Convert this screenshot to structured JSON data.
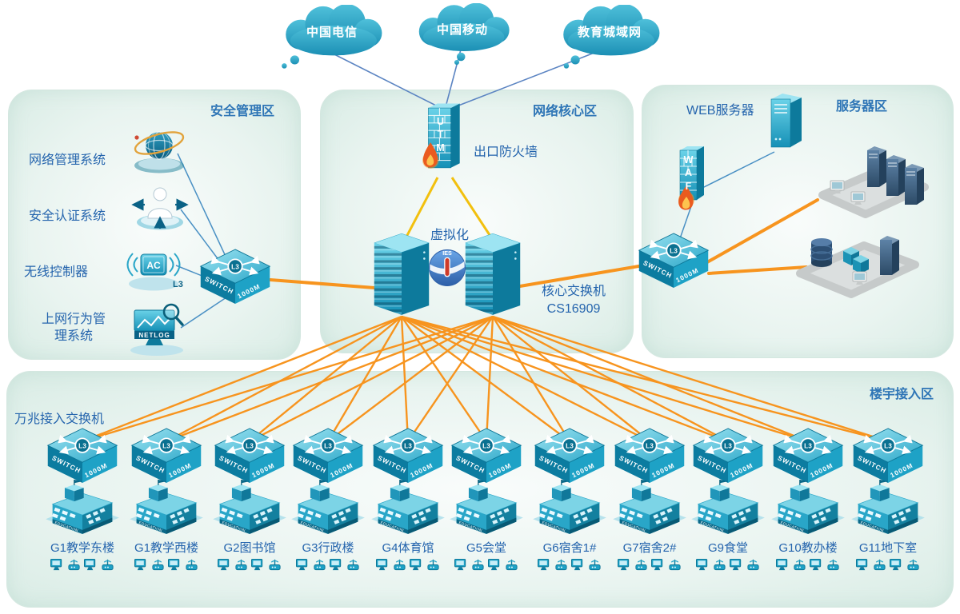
{
  "clouds": [
    {
      "label": "中国电信"
    },
    {
      "label": "中国移动"
    },
    {
      "label": "教育城域网"
    }
  ],
  "switch_labels": {
    "l3": "L3",
    "switch": "SWITCH",
    "speed": "1000M"
  },
  "building_text": "EDUCATION",
  "zones": {
    "security": {
      "title": "安全管理区",
      "items": [
        {
          "label": "网络管理系统"
        },
        {
          "label": "安全认证系统"
        },
        {
          "label": "无线控制器"
        },
        {
          "label": "上网行为管理系统"
        }
      ],
      "wireless_ac_label": "AC",
      "wireless_l3_label": "L3",
      "netlog_label": "NETLOG"
    },
    "core": {
      "title": "网络核心区",
      "firewall_label": "UTM",
      "firewall_caption": "出口防火墙",
      "virtualization_label": "虚拟化",
      "irf_label": "IES",
      "core_switch_name": "核心交换机",
      "core_switch_model": "CS16909"
    },
    "server": {
      "title": "服务器区",
      "web_server_label": "WEB服务器",
      "waf_label": "WAF"
    },
    "access": {
      "title": "楼宇接入区",
      "subtitle": "万兆接入交换机",
      "items": [
        {
          "label": "G1教学东楼"
        },
        {
          "label": "G1教学西楼"
        },
        {
          "label": "G2图书馆"
        },
        {
          "label": "G3行政楼"
        },
        {
          "label": "G4体育馆"
        },
        {
          "label": "G5会堂"
        },
        {
          "label": "G6宿舍1#"
        },
        {
          "label": "G7宿舍2#"
        },
        {
          "label": "G9食堂"
        },
        {
          "label": "G10教办楼"
        },
        {
          "label": "G11地下室"
        }
      ]
    }
  },
  "colors": {
    "teal": "#1ea2c6",
    "orange": "#f7941e",
    "yellow": "#f2c00e",
    "line_blue": "#5b84c2",
    "label_blue": "#2464ad",
    "zone_bg": "#e9f4f0"
  }
}
